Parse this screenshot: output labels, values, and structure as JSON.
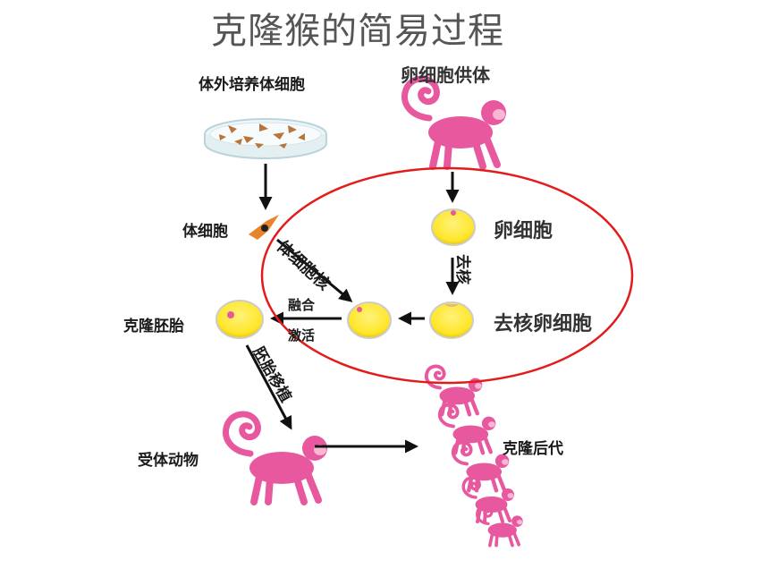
{
  "title": "克隆猴的简易过程",
  "labels": {
    "culture": "体外培养体细胞",
    "egg_donor": "卵细胞供体",
    "somatic_cell": "体细胞",
    "egg_cell": "卵细胞",
    "nucleus_transfer": "体细胞核",
    "enucleation": "去核",
    "enucleated_egg": "去核卵细胞",
    "fusion": "融合",
    "activation": "激活",
    "cloned_embryo": "克隆胚胎",
    "embryo_transfer": "胚胎移植",
    "recipient": "受体动物",
    "offspring": "克隆后代"
  },
  "colors": {
    "monkey": "#e8589f",
    "cell_fill": "#ffe629",
    "highlight_ring": "#e41b1b",
    "arrow": "#111111",
    "somatic_cell": "#e8842a"
  },
  "icons": [
    "petri-dish-icon",
    "monkey-icon",
    "cell-icon",
    "arrow-icon"
  ]
}
